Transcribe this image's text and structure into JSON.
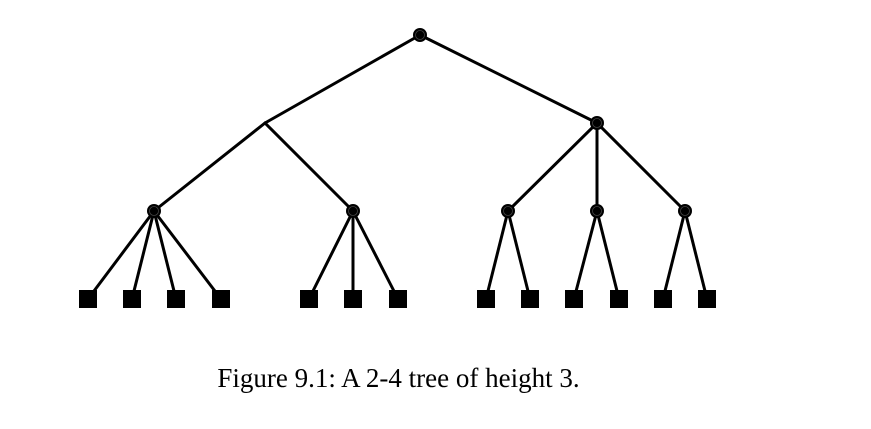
{
  "figure": {
    "caption": "Figure 9.1: A 2-4 tree of height 3.",
    "tree": {
      "height": 3,
      "levels": [
        {
          "depth": 0,
          "nodes": [
            {
              "id": "root",
              "children": 2
            }
          ]
        },
        {
          "depth": 1,
          "nodes": [
            {
              "id": "a",
              "children": 2
            },
            {
              "id": "b",
              "children": 3
            }
          ]
        },
        {
          "depth": 2,
          "nodes": [
            {
              "id": "a1",
              "children": 4
            },
            {
              "id": "a2",
              "children": 3
            },
            {
              "id": "b1",
              "children": 2
            },
            {
              "id": "b2",
              "children": 2
            },
            {
              "id": "b3",
              "children": 2
            }
          ]
        },
        {
          "depth": 3,
          "leaf_count": 13
        }
      ]
    },
    "colors": {
      "edge": "#000000",
      "node": "#000000",
      "leaf": "#000000"
    }
  }
}
